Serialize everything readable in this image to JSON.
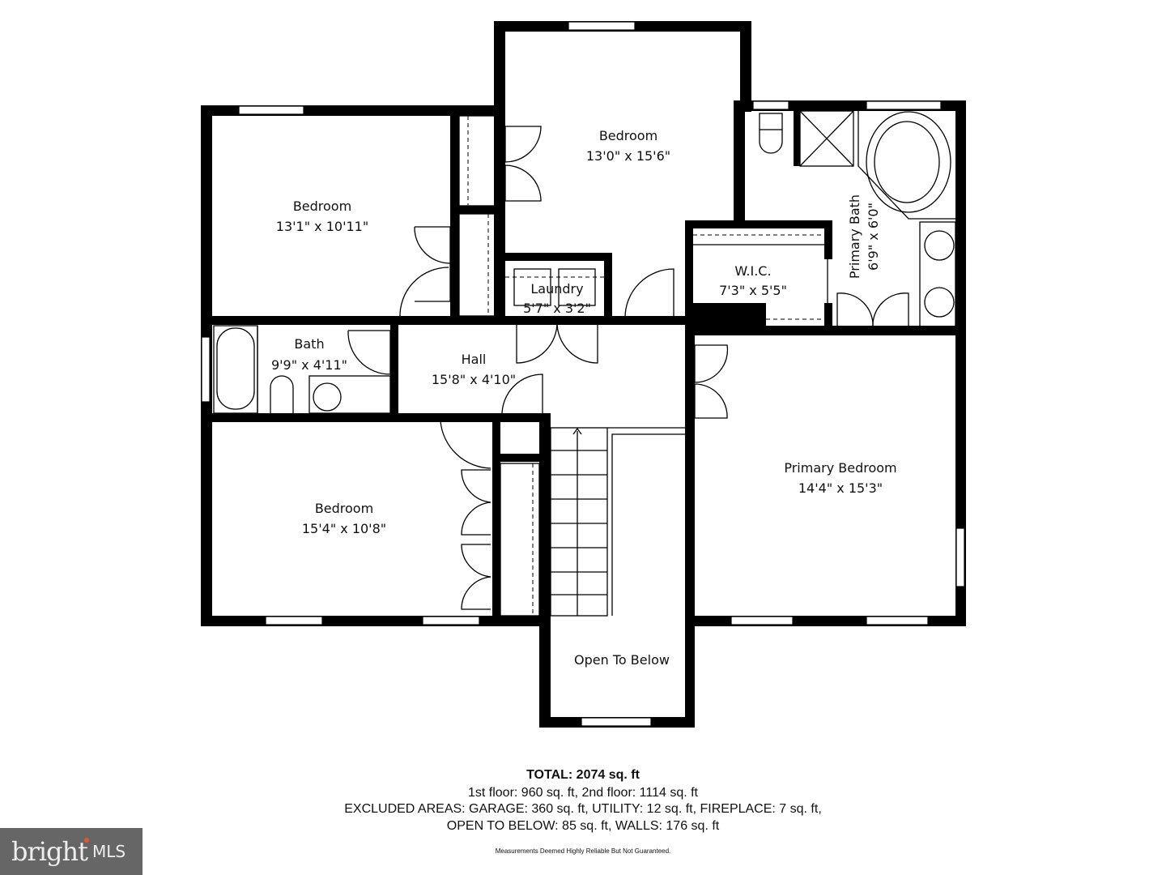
{
  "floorplan": {
    "rooms": [
      {
        "name": "Bedroom",
        "dims": "13'0\" x 15'6\""
      },
      {
        "name": "Bedroom",
        "dims": "13'1\" x 10'11\""
      },
      {
        "name": "Laundry",
        "dims": "5'7\" x 3'2\""
      },
      {
        "name": "W.I.C.",
        "dims": "7'3\" x 5'5\""
      },
      {
        "name": "Primary Bath",
        "dims": "6'9\" x 6'0\""
      },
      {
        "name": "Bath",
        "dims": "9'9\" x 4'11\""
      },
      {
        "name": "Hall",
        "dims": "15'8\" x 4'10\""
      },
      {
        "name": "Bedroom",
        "dims": "15'4\" x 10'8\""
      },
      {
        "name": "Primary Bedroom",
        "dims": "14'4\" x 15'3\""
      },
      {
        "name": "Open To Below",
        "dims": ""
      }
    ]
  },
  "summary": {
    "total": "TOTAL: 2074 sq. ft",
    "floors": "1st floor: 960 sq. ft, 2nd floor: 1114 sq. ft",
    "excluded": "EXCLUDED AREAS: GARAGE: 360 sq. ft, UTILITY: 12 sq. ft, FIREPLACE: 7 sq. ft,",
    "excluded2": "OPEN TO BELOW: 85 sq. ft, WALLS: 176 sq. ft",
    "disclaimer": "Measurements Deemed Highly Reliable But Not Guaranteed."
  },
  "logo": {
    "brand": "bright",
    "suffix": "MLS"
  }
}
